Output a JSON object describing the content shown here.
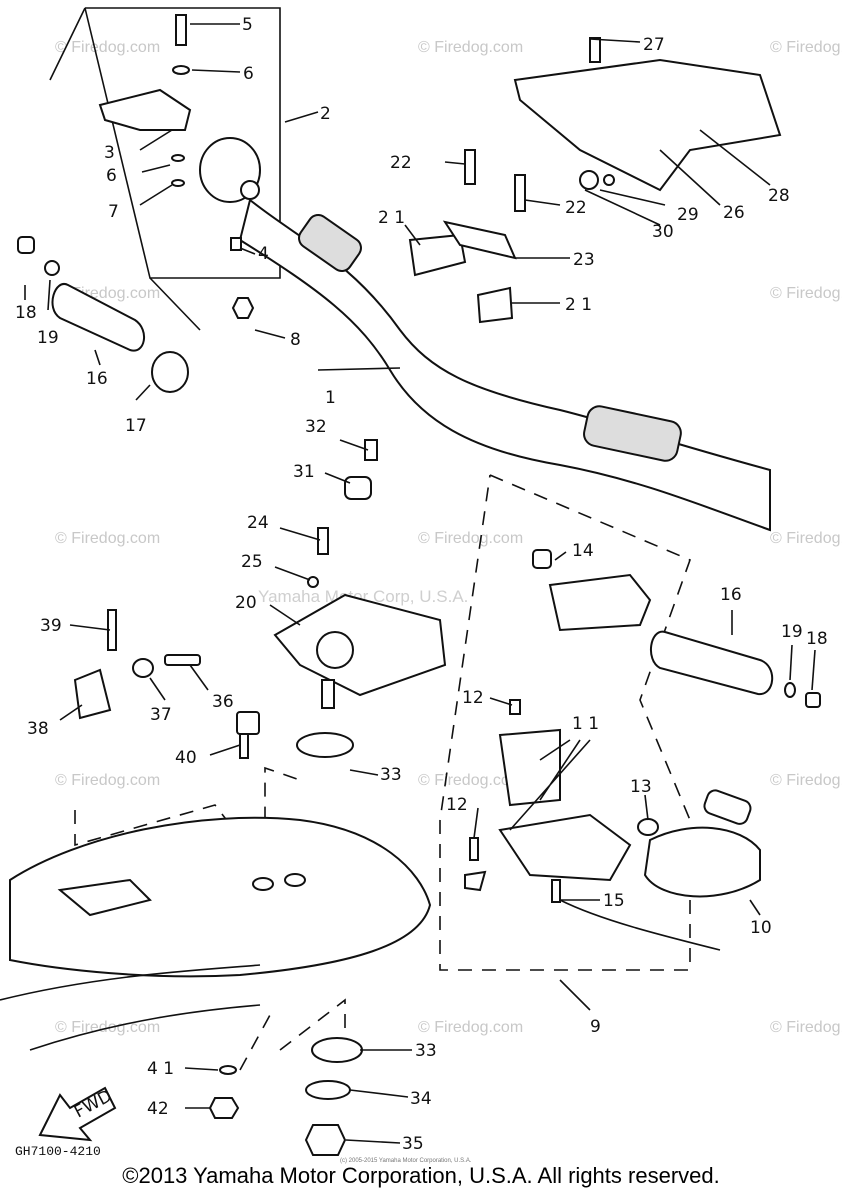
{
  "diagram": {
    "part_numbers": [
      "1",
      "2",
      "3",
      "4",
      "5",
      "6",
      "6",
      "7",
      "8",
      "9",
      "10",
      "11",
      "12",
      "12",
      "13",
      "14",
      "15",
      "16",
      "16",
      "17",
      "18",
      "18",
      "19",
      "19",
      "20",
      "21",
      "21",
      "22",
      "22",
      "23",
      "24",
      "25",
      "26",
      "27",
      "28",
      "29",
      "30",
      "31",
      "32",
      "33",
      "33",
      "34",
      "35",
      "36",
      "37",
      "38",
      "39",
      "40",
      "41",
      "42"
    ],
    "callouts": {
      "c1": "1",
      "c2": "2",
      "c3": "3",
      "c4": "4",
      "c5": "5",
      "c6a": "6",
      "c6b": "6",
      "c7": "7",
      "c8": "8",
      "c9": "9",
      "c10": "10",
      "c11": "1 1",
      "c12a": "12",
      "c12b": "12",
      "c13": "13",
      "c14": "14",
      "c15": "15",
      "c16a": "16",
      "c16b": "16",
      "c17": "17",
      "c18a": "18",
      "c18b": "18",
      "c19a": "19",
      "c19b": "19",
      "c20": "20",
      "c21a": "2 1",
      "c21b": "2 1",
      "c22a": "22",
      "c22b": "22",
      "c23": "23",
      "c24": "24",
      "c25": "25",
      "c26": "26",
      "c27": "27",
      "c28": "28",
      "c29": "29",
      "c30": "30",
      "c31": "31",
      "c32": "32",
      "c33a": "33",
      "c33b": "33",
      "c34": "34",
      "c35": "35",
      "c36": "36",
      "c37": "37",
      "c38": "38",
      "c39": "39",
      "c40": "40",
      "c41": "4 1",
      "c42": "42"
    },
    "fwd_label": "FWD",
    "drawing_code": "GH7100-4210",
    "watermark": "© Firedog.com",
    "watermark_corp": "Yamaha Motor Corp, U.S.A.",
    "fine_print": "(c) 2005-2015 Yamaha Motor Corporation, U.S.A.",
    "copyright": "©2013 Yamaha Motor Corporation, U.S.A. All rights reserved."
  },
  "colors": {
    "ink": "#111111",
    "watermark": "#c8c8c8",
    "background": "#ffffff"
  }
}
